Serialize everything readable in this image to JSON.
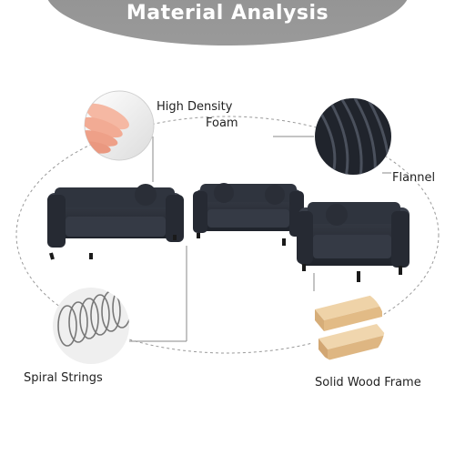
{
  "banner": {
    "title": "Material Analysis"
  },
  "features": {
    "foam_line1": "High Density",
    "foam_line2": "Foam",
    "flannel": "Flannel",
    "spiral": "Spiral Strings",
    "wood": "Solid Wood Frame"
  },
  "colors": {
    "banner": "#959595",
    "upholstery": "#2b2f38",
    "wood": "#e8c79a",
    "dashed_line": "#9a9a9a"
  }
}
